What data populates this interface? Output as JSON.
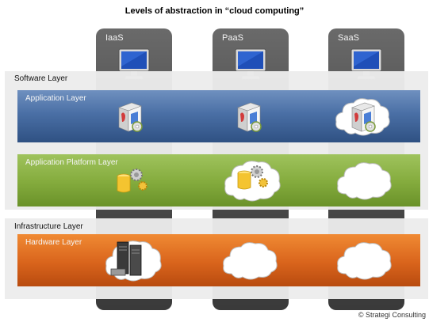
{
  "title": "Levels of abstraction in “cloud computing”",
  "columns": [
    {
      "label": "IaaS"
    },
    {
      "label": "PaaS"
    },
    {
      "label": "SaaS"
    }
  ],
  "bands": {
    "software": "Software Layer",
    "infrastructure": "Infrastructure Layer"
  },
  "layers": {
    "application": "Application Layer",
    "platform": "Application Platform Layer",
    "hardware": "Hardware Layer"
  },
  "footer": "© Strategi Consulting",
  "icons": [
    "monitor-icon",
    "software-box-icon",
    "database-gears-icon",
    "server-icon",
    "cloud-icon"
  ],
  "colors": {
    "application_layer": "#4a6fa5",
    "platform_layer": "#86ad3f",
    "hardware_layer": "#d9641c",
    "column": "#4e4e4e"
  }
}
